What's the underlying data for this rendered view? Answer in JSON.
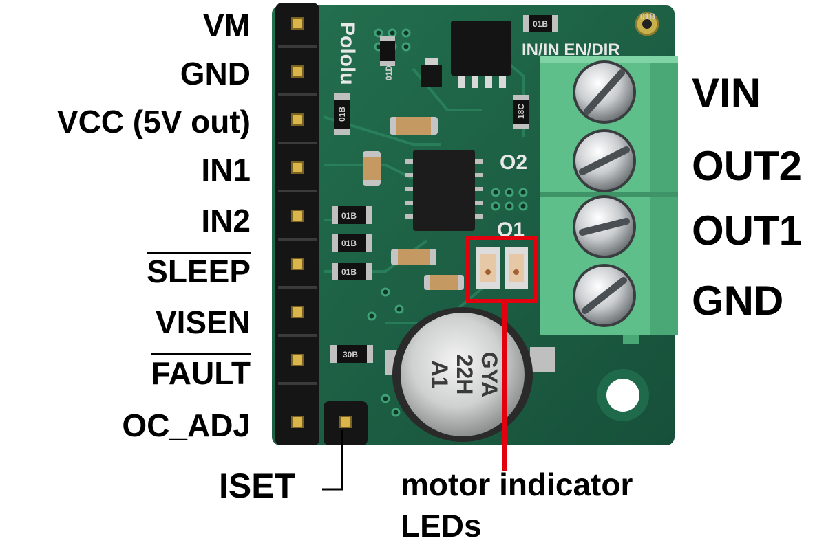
{
  "left_pins": [
    "VM",
    "GND",
    "VCC (5V out)",
    "IN1",
    "IN2",
    "SLEEP",
    "VISEN",
    "FAULT",
    "OC_ADJ"
  ],
  "right_pins": [
    "VIN",
    "OUT2",
    "OUT1",
    "GND"
  ],
  "iset_label": "ISET",
  "callout": {
    "line1": "motor indicator",
    "line2": "LEDs"
  },
  "board_silk": {
    "brand": "Pololu",
    "header": "IN/IN EN/DIR",
    "out2": "O2",
    "out1": "O1",
    "cap_marking": [
      "GYA",
      "22H",
      "A1"
    ],
    "resistor_codes": [
      "01B",
      "01D",
      "01B",
      "01B",
      "01B",
      "01B",
      "30B",
      "18C",
      "01B"
    ]
  },
  "colors": {
    "pcb": "#1e5e45",
    "terminal_block": "#5fbf8a",
    "callout_red": "#e3000f",
    "header_black": "#151515"
  }
}
